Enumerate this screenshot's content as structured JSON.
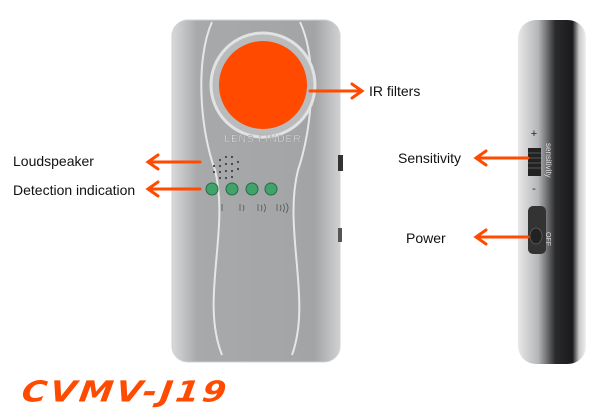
{
  "labels": {
    "ir_filters": "IR filters",
    "loudspeaker": "Loudspeaker",
    "detection_indication": "Detection indication",
    "sensitivity": "Sensitivity",
    "power": "Power"
  },
  "device": {
    "lens_text": "LENS FINDER",
    "side_text": "sensitivity",
    "plus": "+",
    "minus": "-",
    "off": "OFF",
    "model": "CVMV-J19"
  },
  "colors": {
    "accent": "#ff4a00",
    "led": "#3fa36a",
    "body": "#a9abad"
  }
}
